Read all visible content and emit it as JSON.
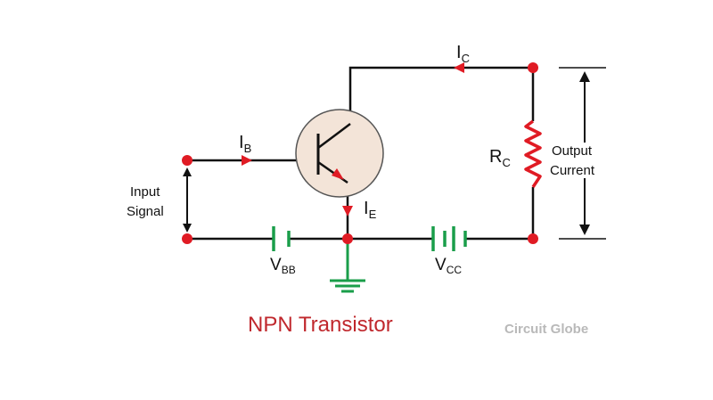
{
  "diagram": {
    "title": "NPN Transistor",
    "watermark": "Circuit Globe",
    "labels": {
      "collector_current_main": "I",
      "collector_current_sub": "C",
      "base_current_main": "I",
      "base_current_sub": "B",
      "emitter_current_main": "I",
      "emitter_current_sub": "E",
      "collector_resistor_main": "R",
      "collector_resistor_sub": "C",
      "base_battery_main": "V",
      "base_battery_sub": "BB",
      "collector_battery_main": "V",
      "collector_battery_sub": "CC",
      "input_line1": "Input",
      "input_line2": "Signal",
      "output_line1": "Output",
      "output_line2": "Current"
    },
    "colors": {
      "wire": "#111111",
      "node": "#e01b24",
      "resistor": "#e01b24",
      "battery": "#1a9e4a",
      "ground": "#1a9e4a",
      "transistor_fill": "#f3e4d8",
      "title": "#c0282d",
      "watermark": "#b9b9b9"
    }
  }
}
